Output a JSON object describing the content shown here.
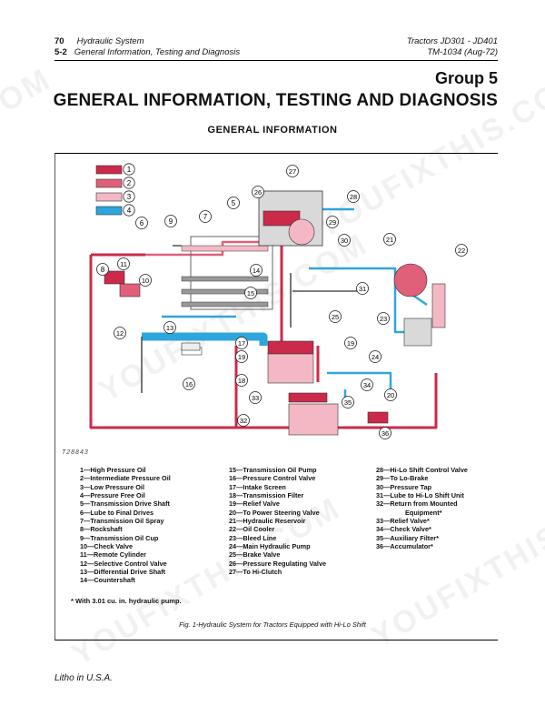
{
  "header": {
    "page_number": "70",
    "section": "Hydraulic System",
    "sub_number": "5-2",
    "sub_section": "General Information, Testing and Diagnosis",
    "tractors": "Tractors JD301 - JD401",
    "manual": "TM-1034   (Aug-72)"
  },
  "group": "Group 5",
  "title": "GENERAL INFORMATION, TESTING AND DIAGNOSIS",
  "subtitle": "GENERAL INFORMATION",
  "figure_number": "T28843",
  "color_key": [
    {
      "num": "1",
      "color": "#cc2a4a"
    },
    {
      "num": "2",
      "color": "#e0607a"
    },
    {
      "num": "3",
      "color": "#f4b8c4"
    },
    {
      "num": "4",
      "color": "#2ea6dd"
    }
  ],
  "colors": {
    "high_pressure": "#cc2a4a",
    "intermediate": "#e0607a",
    "low_pressure": "#f4b8c4",
    "pressure_free": "#2ea6dd",
    "callout_fill": "#ffffff",
    "line_gray": "#555555"
  },
  "callout_numbers": [
    "1",
    "2",
    "3",
    "4",
    "5",
    "6",
    "7",
    "8",
    "9",
    "10",
    "11",
    "12",
    "13",
    "14",
    "15",
    "16",
    "17",
    "18",
    "19",
    "19",
    "20",
    "21",
    "22",
    "23",
    "24",
    "25",
    "26",
    "27",
    "28",
    "29",
    "30",
    "31",
    "32",
    "33",
    "34",
    "35",
    "36"
  ],
  "legend_col1": [
    "1—High Pressure Oil",
    "2—Intermediate Pressure Oil",
    "3—Low Pressure Oil",
    "4—Pressure Free Oil",
    "5—Transmission Drive Shaft",
    "6—Lube to Final Drives",
    "7—Transmission Oil Spray",
    "8—Rockshaft",
    "9—Transmission Oil Cup",
    "10—Check Valve",
    "11—Remote Cylinder",
    "12—Selective Control Valve",
    "13—Differential Drive Shaft",
    "14—Countershaft"
  ],
  "legend_col2": [
    "15—Transmission Oil Pump",
    "16—Pressure Control Valve",
    "17—Intake Screen",
    "18—Transmission Filter",
    "19—Relief Valve",
    "20—To Power Steering Valve",
    "21—Hydraulic Reservoir",
    "22—Oil Cooler",
    "23—Bleed Line",
    "24—Main Hydraulic Pump",
    "25—Brake Valve",
    "26—Pressure Regulating Valve",
    "27—To Hi-Clutch"
  ],
  "legend_col3": [
    "28—Hi-Lo Shift Control Valve",
    "29—To Lo-Brake",
    "30—Pressure Tap",
    "31—Lube to Hi-Lo Shift Unit",
    "32—Return from Mounted",
    "Equipment*",
    "33—Relief Valve*",
    "34—Check Valve*",
    "35—Auxiliary Filter*",
    "36—Accumulator*"
  ],
  "footnote": "* With 3.01 cu. in. hydraulic pump.",
  "caption": "Fig. 1-Hydraulic System for Tractors Equipped with Hi-Lo Shift",
  "litho": "Litho in U.S.A.",
  "watermark": "YOUFIXTHIS.COM"
}
